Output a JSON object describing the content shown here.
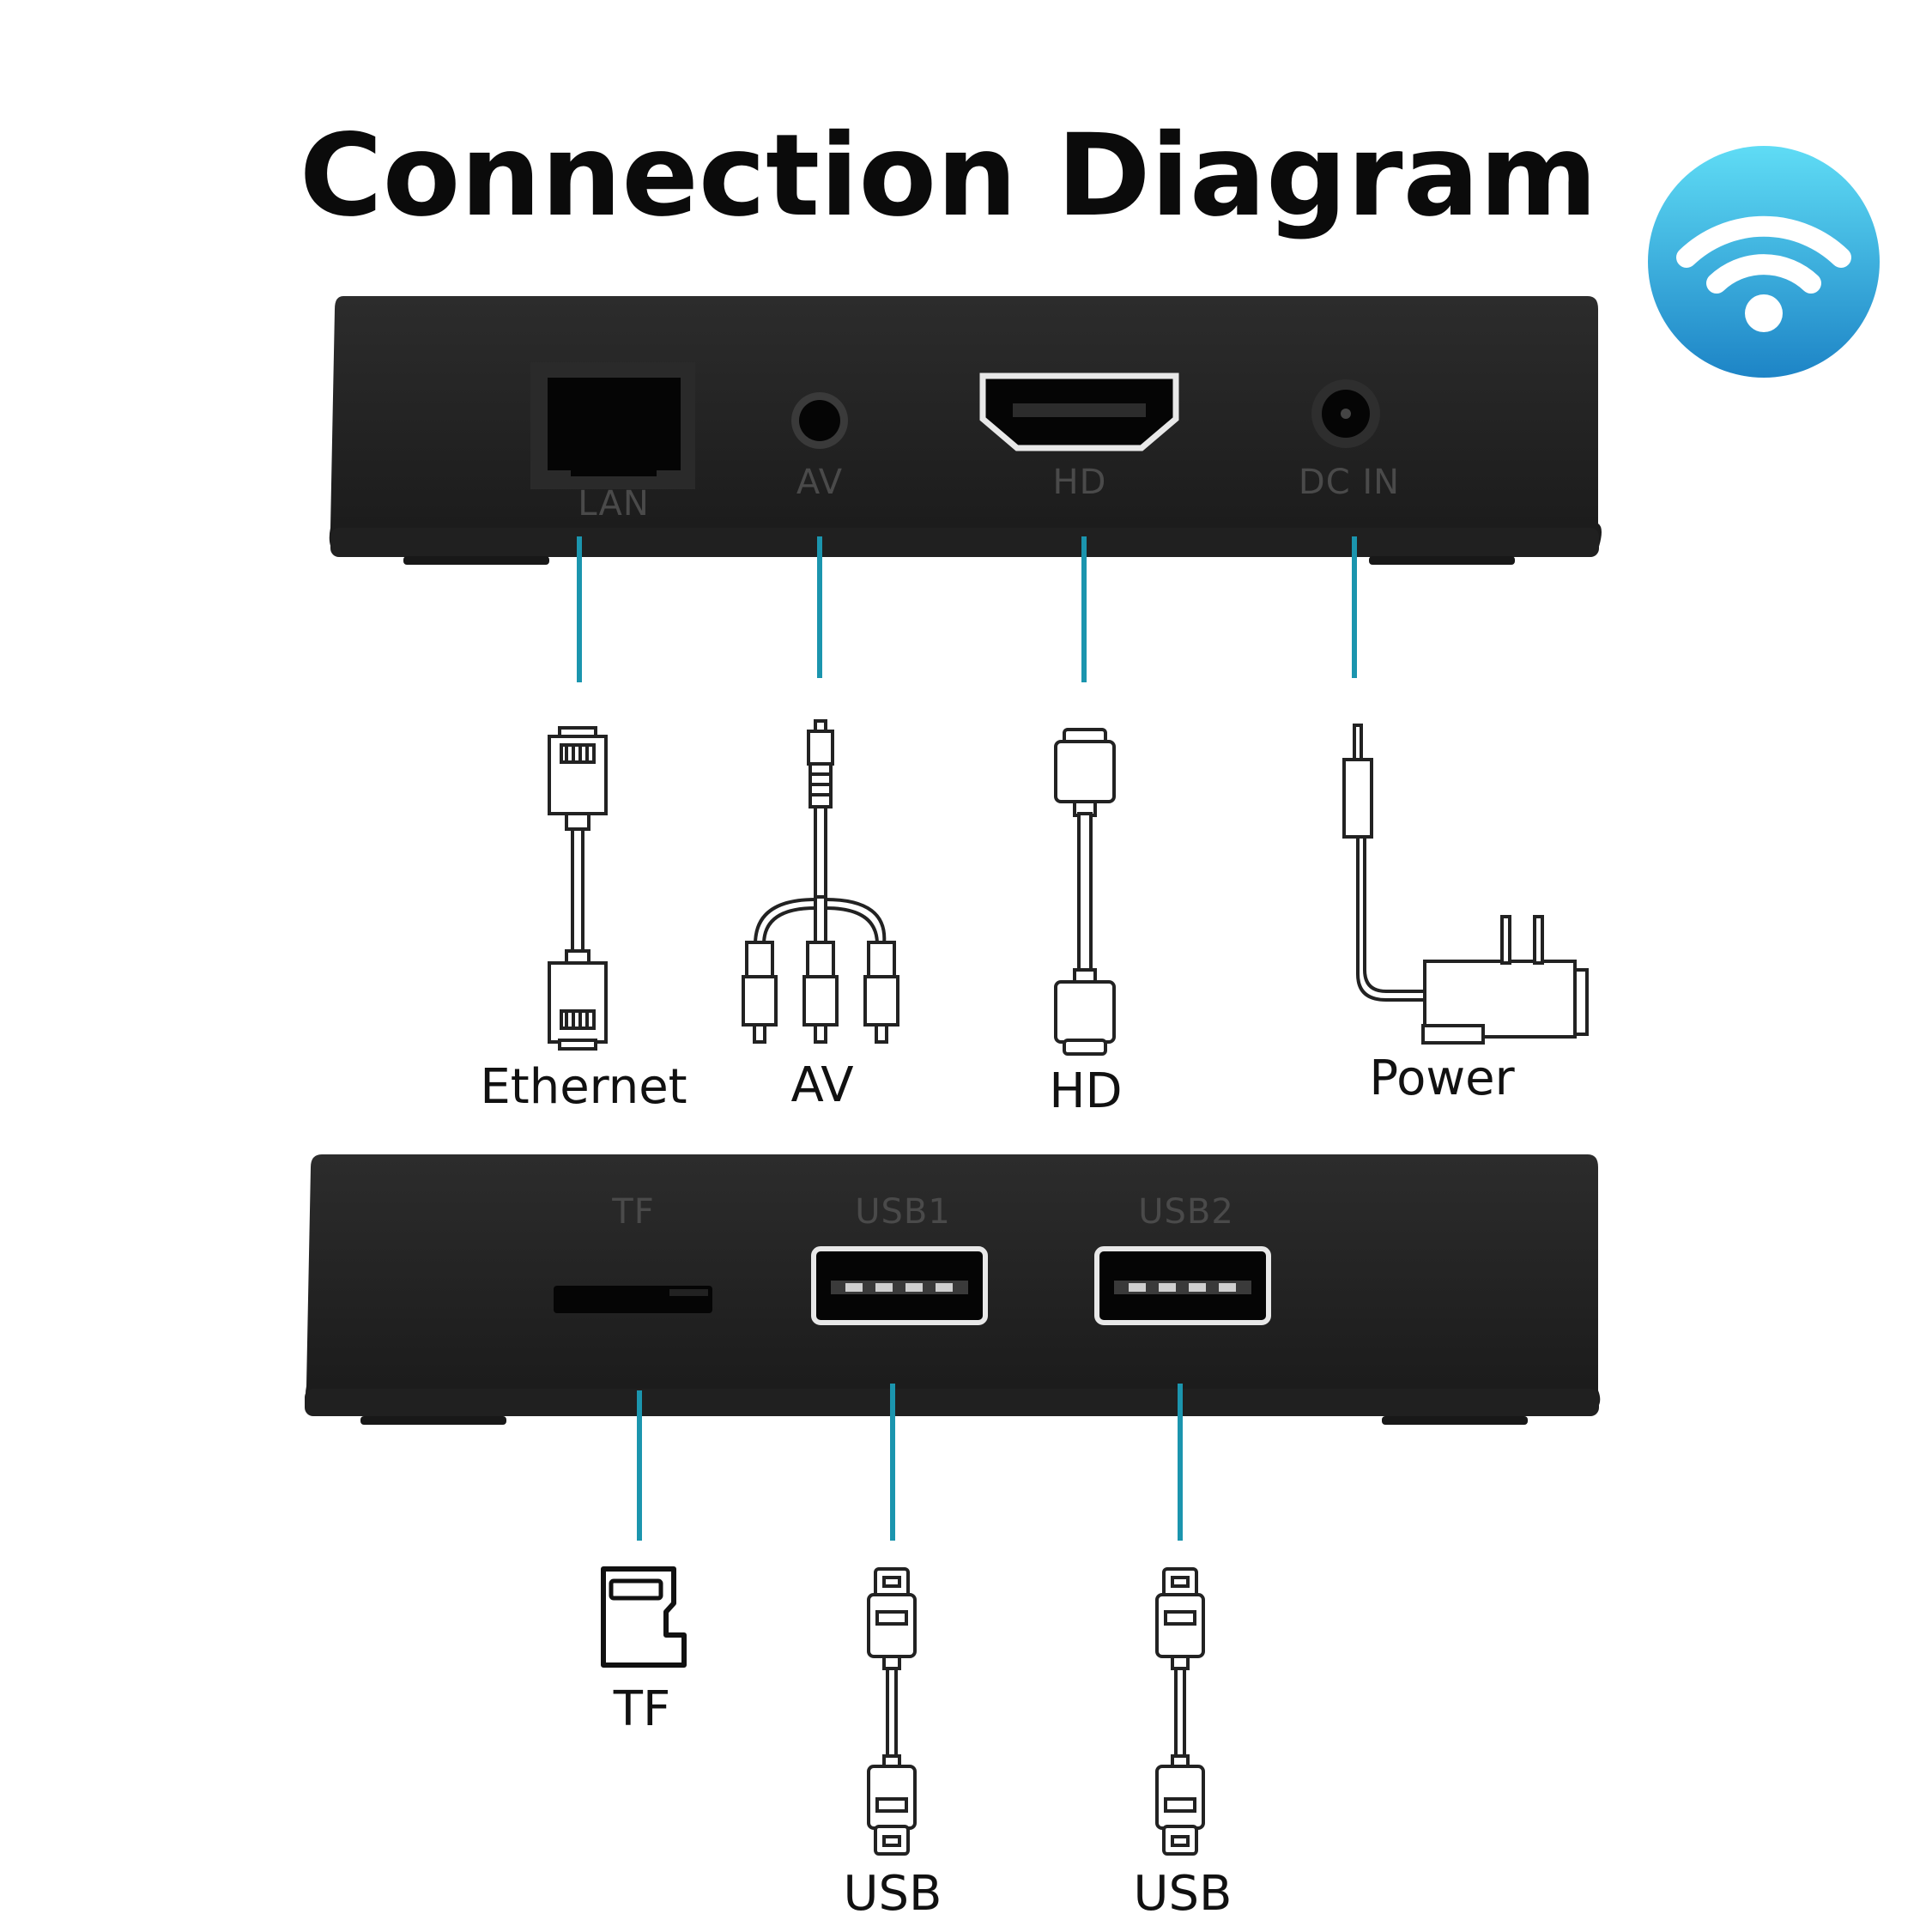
{
  "title": "Connection Diagram",
  "colors": {
    "accent": "#1b95ae",
    "device": "#1f1f1f",
    "wifi_top": "#5fdcf5",
    "wifi_bottom": "#1d84c6"
  },
  "icons": {
    "wifi": "wifi-icon"
  },
  "rear_panel": {
    "ports": {
      "lan": "LAN",
      "av": "AV",
      "hd": "HD",
      "dc": "DC IN"
    }
  },
  "side_panel": {
    "ports": {
      "tf": "TF",
      "usb1": "USB1",
      "usb2": "USB2"
    }
  },
  "cables": {
    "ethernet": "Ethernet",
    "av": "AV",
    "hd": "HD",
    "power": "Power",
    "tf": "TF",
    "usb1": "USB",
    "usb2": "USB"
  }
}
